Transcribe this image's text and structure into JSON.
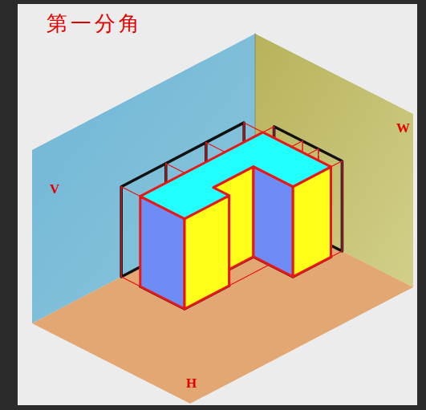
{
  "diagram": {
    "title": "第一分角",
    "labels": [
      "V",
      "W",
      "H"
    ]
  }
}
